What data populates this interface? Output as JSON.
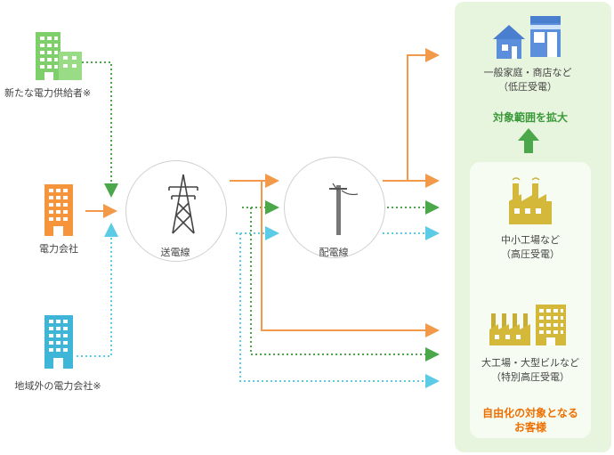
{
  "sources": {
    "new_supplier": "新たな電力供給者※",
    "power_company": "電力会社",
    "other_region": "地域外の電力会社※"
  },
  "nodes": {
    "transmission": "送電線",
    "distribution": "配電線"
  },
  "customers": {
    "low": {
      "name": "一般家庭・商店など",
      "voltage": "（低圧受電）"
    },
    "high": {
      "name": "中小工場など",
      "voltage": "（高圧受電）"
    },
    "extra_high": {
      "name": "大工場・大型ビルなど",
      "voltage": "（特別高圧受電）"
    }
  },
  "notes": {
    "expand": "対象範囲を拡大",
    "liberalized_line1": "自由化の対象となる",
    "liberalized_line2": "お客様"
  },
  "colors": {
    "orange": "#f39a4a",
    "green": "#4aa84a",
    "cyan": "#5ccbe5",
    "panel": "#e8f5de"
  }
}
